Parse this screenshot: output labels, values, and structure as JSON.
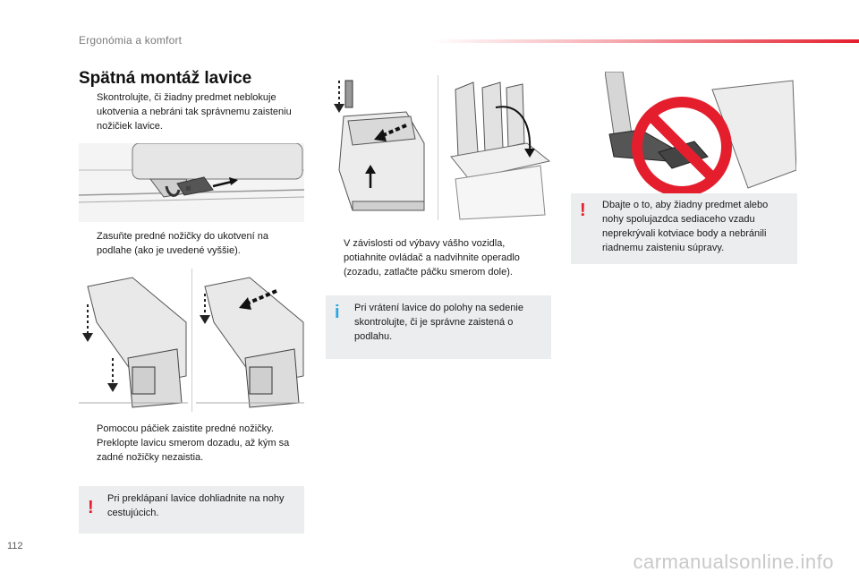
{
  "header": {
    "section": "Ergonómia a komfort"
  },
  "page_number": "112",
  "title": "Spätná montáž lavice",
  "steps": {
    "s1": "Skontrolujte, či žiadny predmet neblokuje ukotvenia a nebráni tak správnemu zaisteniu nožičiek lavice.",
    "s2": "Zasuňte predné nožičky do ukotvení na podlahe (ako je uvedené vyššie).",
    "s3": "Pomocou páčiek zaistite predné nožičky.",
    "s4": "Preklopte lavicu smerom dozadu, až kým sa zadné nožičky nezaistia.",
    "s5": "V závislosti od výbavy vášho vozidla, potiahnite ovládač a nadvihnite operadlo (zozadu, zatlačte páčku smerom dole)."
  },
  "bullet_glyph": "",
  "notes": {
    "warning1": {
      "icon": "!",
      "text": "Pri preklápaní lavice dohliadnite na nohy cestujúcich."
    },
    "info1": {
      "icon": "i",
      "text": "Pri vrátení lavice do polohy na sedenie skontrolujte, či je správne zaistená o podlahu."
    },
    "warning2": {
      "icon": "!",
      "text": "Dbajte o to, aby žiadny predmet alebo nohy spolujazdca sediaceho vzadu neprekrývali kotviace body a nebránili riadnemu zaisteniu súpravy."
    }
  },
  "colors": {
    "accent": "#e41e2d",
    "info": "#2aa7de",
    "note_bg": "#ebedee"
  },
  "watermark": "carmanualsonline.info"
}
